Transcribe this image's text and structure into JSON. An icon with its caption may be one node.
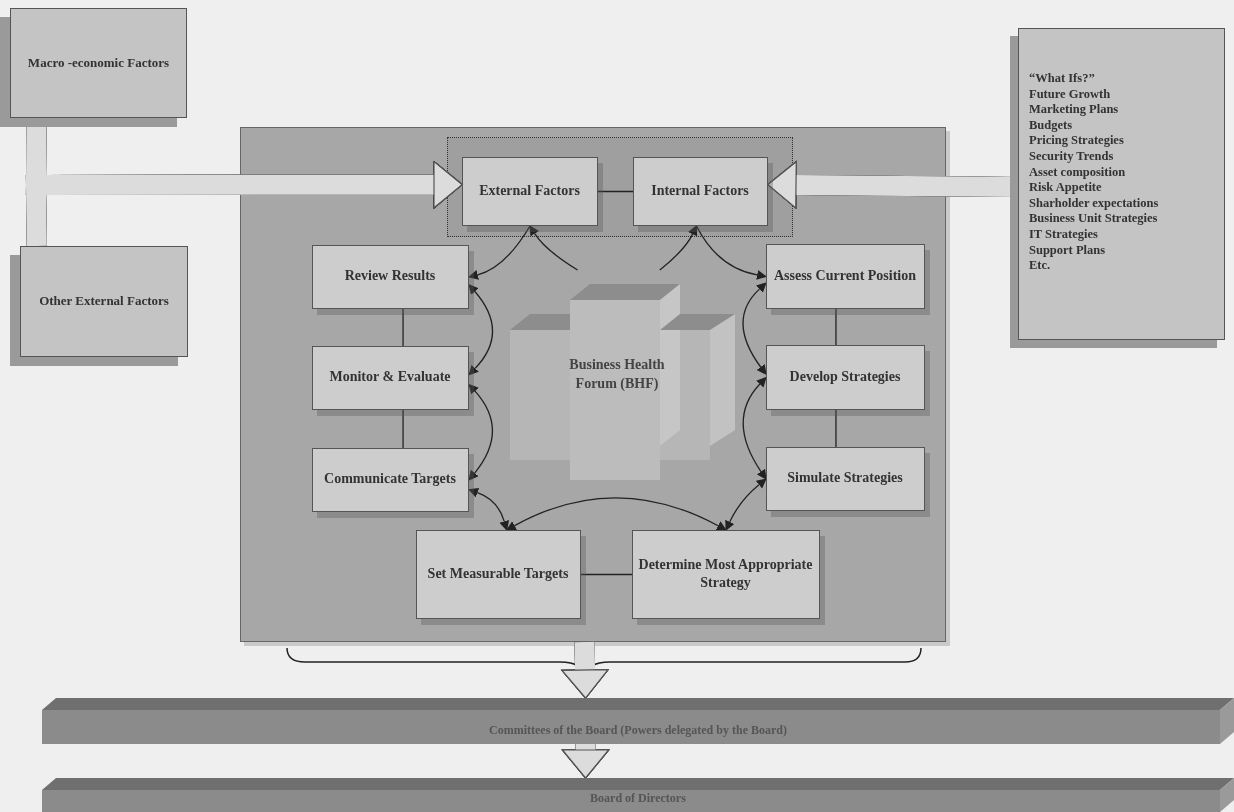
{
  "diagram": {
    "nodes": [
      {
        "text": [
          "Macro -economic Factors"
        ]
      },
      {
        "text": [
          "Other External Factors"
        ]
      },
      {
        "text": [
          "“What Ifs?”",
          "Future Growth",
          "Marketing Plans",
          "Budgets",
          "Pricing Strategies",
          "Security Trends",
          "Asset composition",
          "Risk Appetite",
          "Sharholder expectations",
          "Business Unit Strategies",
          "IT Strategies",
          "Support Plans",
          "Etc."
        ]
      },
      {
        "text": [],
        "shape": "box"
      },
      {
        "text": [],
        "shape": "box",
        "in": 3
      },
      {
        "text": [
          "External Factors"
        ],
        "in": 4
      },
      {
        "text": [
          "Internal Factors"
        ],
        "in": 4
      },
      {
        "text": [
          "Review Results"
        ],
        "in": 3
      },
      {
        "text": [
          "Assess Current Position"
        ],
        "in": 3
      },
      {
        "text": [
          "Monitor & Evaluate"
        ],
        "in": 3
      },
      {
        "text": [
          "Develop Strategies"
        ],
        "in": 3
      },
      {
        "text": [
          "Communicate Targets"
        ],
        "in": 3
      },
      {
        "text": [
          "Simulate Strategies"
        ],
        "in": 3
      },
      {
        "text": [
          "Set Measurable Targets"
        ],
        "in": 3
      },
      {
        "text": [
          "Determine Most Appropriate Strategy"
        ],
        "in": 3
      },
      {
        "text": [
          "Business Health Forum (BHF)"
        ],
        "in": 3
      },
      {
        "text": [
          "Committees of the Board (Powers delegated by the Board)"
        ]
      },
      {
        "text": [
          "Board of Directors"
        ]
      }
    ],
    "edges": [
      {
        "from": 0,
        "to": 5,
        "arrow": "to",
        "style": "thick",
        "color": "#dcdcdc"
      },
      {
        "from": 1,
        "to": 5,
        "arrow": "to",
        "style": "thick",
        "color": "#dcdcdc"
      },
      {
        "from": 2,
        "to": 6,
        "arrow": "to",
        "style": "thick",
        "color": "#dcdcdc"
      },
      {
        "from": 3,
        "to": 16,
        "arrow": "to",
        "style": "thick",
        "color": "#dcdcdc"
      },
      {
        "from": 16,
        "to": 17,
        "arrow": "to",
        "style": "thick",
        "color": "#dcdcdc"
      },
      {
        "from": 5,
        "to": 6,
        "arrow": "none"
      },
      {
        "from": 15,
        "to": 5,
        "arrow": "to"
      },
      {
        "from": 5,
        "to": 7,
        "arrow": "to"
      },
      {
        "from": 15,
        "to": 6,
        "arrow": "to"
      },
      {
        "from": 6,
        "to": 8,
        "arrow": "to"
      },
      {
        "from": 7,
        "to": 9,
        "arrow": "both"
      },
      {
        "from": 9,
        "to": 11,
        "arrow": "both"
      },
      {
        "from": 11,
        "to": 13,
        "arrow": "both"
      },
      {
        "from": 13,
        "to": 14,
        "arrow": "both"
      },
      {
        "from": 14,
        "to": 12,
        "arrow": "both"
      },
      {
        "from": 12,
        "to": 10,
        "arrow": "both"
      },
      {
        "from": 10,
        "to": 8,
        "arrow": "both"
      },
      {
        "from": 7,
        "to": 9,
        "arrow": "none"
      },
      {
        "from": 9,
        "to": 11,
        "arrow": "none"
      },
      {
        "from": 8,
        "to": 10,
        "arrow": "none"
      },
      {
        "from": 10,
        "to": 12,
        "arrow": "none"
      },
      {
        "from": 13,
        "to": 14,
        "arrow": "none"
      }
    ]
  }
}
